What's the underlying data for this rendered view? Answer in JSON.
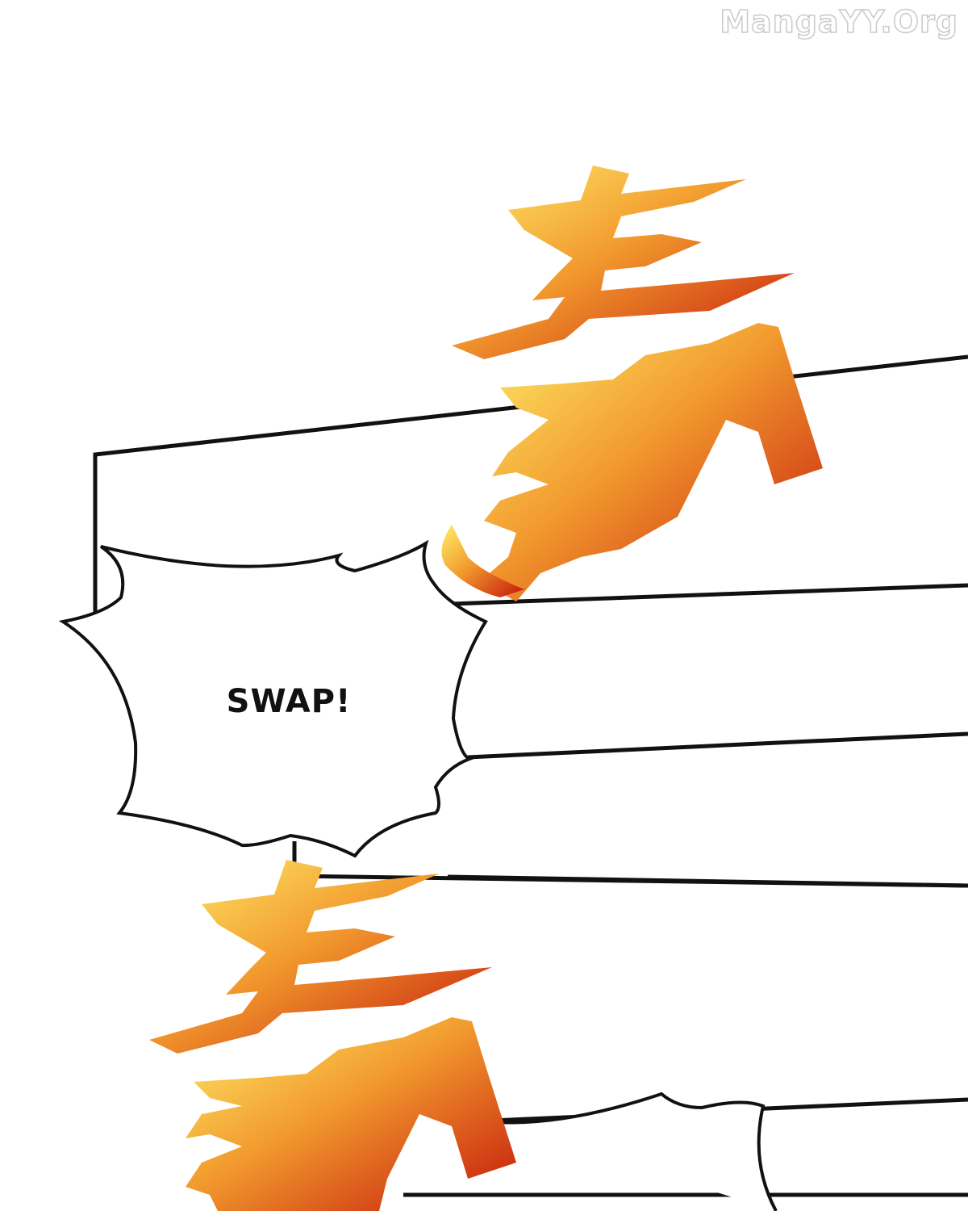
{
  "watermark": {
    "text": "MangaYY.Org"
  },
  "bubble": {
    "text": "SWAP!"
  },
  "sfx_glyph": {
    "text": "奏"
  },
  "colors": {
    "ink": "#111111",
    "flame_top": "#fff06a",
    "flame_mid": "#f29a2e",
    "flame_bottom": "#c4150a",
    "background": "#ffffff"
  }
}
